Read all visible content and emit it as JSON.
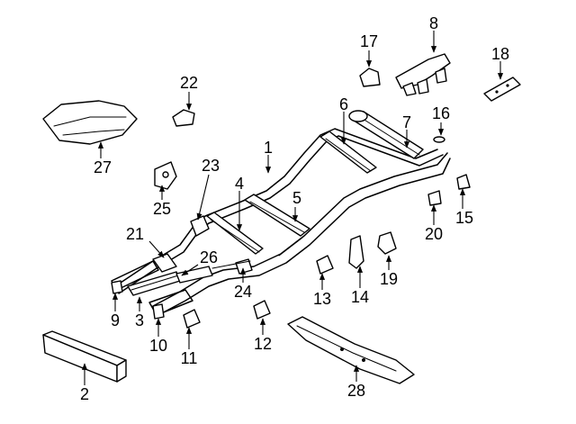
{
  "diagram": {
    "callouts": [
      {
        "id": "c1",
        "label": "1"
      },
      {
        "id": "c2",
        "label": "2"
      },
      {
        "id": "c3",
        "label": "3"
      },
      {
        "id": "c4",
        "label": "4"
      },
      {
        "id": "c5",
        "label": "5"
      },
      {
        "id": "c6",
        "label": "6"
      },
      {
        "id": "c7",
        "label": "7"
      },
      {
        "id": "c8",
        "label": "8"
      },
      {
        "id": "c9",
        "label": "9"
      },
      {
        "id": "c10",
        "label": "10"
      },
      {
        "id": "c11",
        "label": "11"
      },
      {
        "id": "c12",
        "label": "12"
      },
      {
        "id": "c13",
        "label": "13"
      },
      {
        "id": "c14",
        "label": "14"
      },
      {
        "id": "c15",
        "label": "15"
      },
      {
        "id": "c16",
        "label": "16"
      },
      {
        "id": "c17",
        "label": "17"
      },
      {
        "id": "c18",
        "label": "18"
      },
      {
        "id": "c19",
        "label": "19"
      },
      {
        "id": "c20",
        "label": "20"
      },
      {
        "id": "c21",
        "label": "21"
      },
      {
        "id": "c22",
        "label": "22"
      },
      {
        "id": "c23",
        "label": "23"
      },
      {
        "id": "c24",
        "label": "24"
      },
      {
        "id": "c25",
        "label": "25"
      },
      {
        "id": "c26",
        "label": "26"
      },
      {
        "id": "c27",
        "label": "27"
      },
      {
        "id": "c28",
        "label": "28"
      }
    ]
  }
}
